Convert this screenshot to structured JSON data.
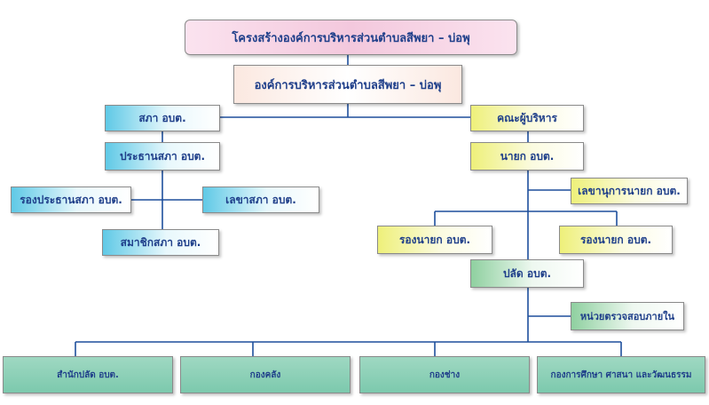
{
  "title": "โครงสร้างองค์การบริหารส่วนตำบลสีพยา – บ่อพุ",
  "root": "องค์การบริหารส่วนตำบลสีพยา – บ่อพุ",
  "council": {
    "head": "สภา อบต.",
    "chair": "ประธานสภา อบต.",
    "vice_chair": "รองประธานสภา อบต.",
    "secretary": "เลขาสภา อบต.",
    "member": "สมาชิกสภา อบต."
  },
  "executive": {
    "head": "คณะผู้บริหาร",
    "mayor": "นายก อบต.",
    "mayor_secretary": "เลขานุการนายก อบต.",
    "deputy_left": "รองนายก อบต.",
    "deputy_right": "รองนายก อบต.",
    "chief_admin": "ปลัด อบต.",
    "audit_unit": "หน่วยตรวจสอบภายใน"
  },
  "departments": [
    "สำนักปลัด อบต.",
    "กองคลัง",
    "กองช่าง",
    "กองการศึกษา ศาสนา และวัฒนธรรม"
  ],
  "colors": {
    "line": "#1e4f9c",
    "text": "#1f3f8a"
  }
}
